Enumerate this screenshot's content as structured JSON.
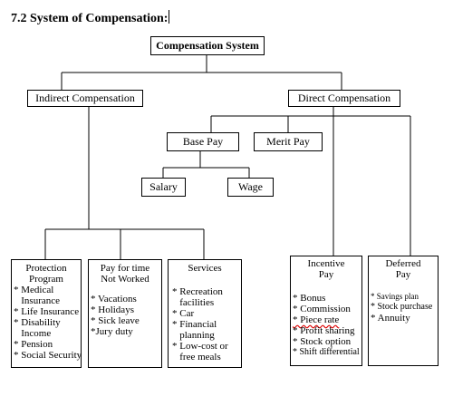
{
  "heading": "7.2 System of Compensation:",
  "nodes": {
    "root": "Compensation System",
    "indirect": "Indirect Compensation",
    "direct": "Direct Compensation",
    "base_pay": "Base Pay",
    "merit_pay": "Merit Pay",
    "salary": "Salary",
    "wage": "Wage"
  },
  "leaf_boxes": {
    "protection": {
      "title_lines": [
        "Protection",
        "Program"
      ],
      "items": [
        "* Medical",
        "   Insurance",
        "* Life Insurance",
        "* Disability",
        "   Income",
        "* Pension",
        "* Social Security"
      ]
    },
    "pay_time": {
      "title_lines": [
        "Pay for time",
        "Not Worked"
      ],
      "items": [
        "* Vacations",
        "* Holidays",
        "* Sick leave",
        "*Jury duty"
      ]
    },
    "services": {
      "title_lines": [
        "Services"
      ],
      "items": [
        "* Recreation",
        "   facilities",
        "* Car",
        "* Financial",
        "   planning",
        "* Low-cost or",
        "   free meals"
      ]
    },
    "incentive": {
      "title_lines": [
        "Incentive",
        "Pay"
      ],
      "items": [
        "* Bonus",
        "* Commission",
        "* Piece rate",
        "* Profit sharing",
        "* Stock option",
        "* Shift differential"
      ]
    },
    "deferred": {
      "title_lines": [
        "Deferred",
        "Pay"
      ],
      "items": [
        "* Savings plan",
        "* Stock purchase",
        "* Annuity"
      ]
    }
  }
}
